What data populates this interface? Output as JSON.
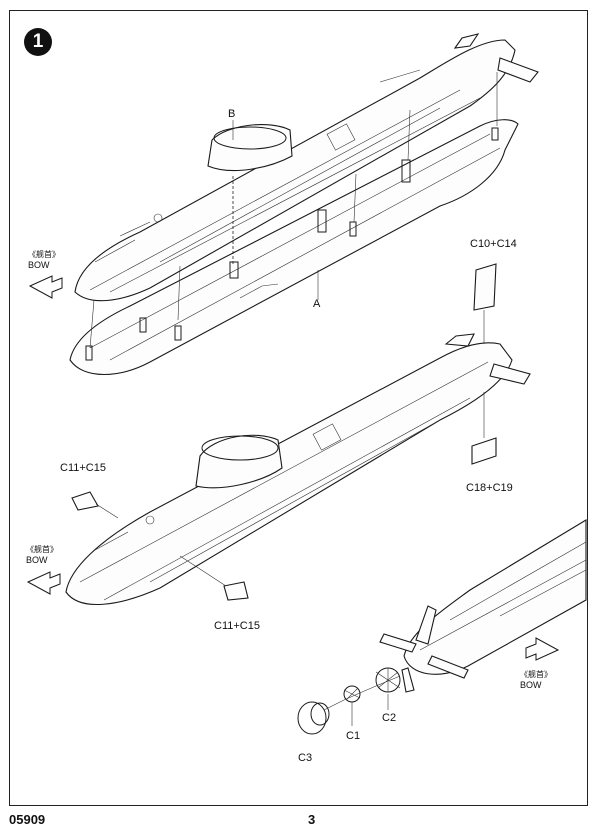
{
  "step": {
    "number": "1"
  },
  "bow_labels": [
    {
      "cn": "《舰首》",
      "en": "BOW"
    },
    {
      "cn": "《舰首》",
      "en": "BOW"
    },
    {
      "cn": "《舰首》",
      "en": "BOW"
    }
  ],
  "part_labels": {
    "b": "B",
    "a": "A",
    "c10_c14": "C10+C14",
    "c18_c19": "C18+C19",
    "c11_c15_left": "C11+C15",
    "c11_c15_bottom": "C11+C15",
    "c1": "C1",
    "c2": "C2",
    "c3": "C3"
  },
  "footer": {
    "code": "05909",
    "page": "3"
  }
}
